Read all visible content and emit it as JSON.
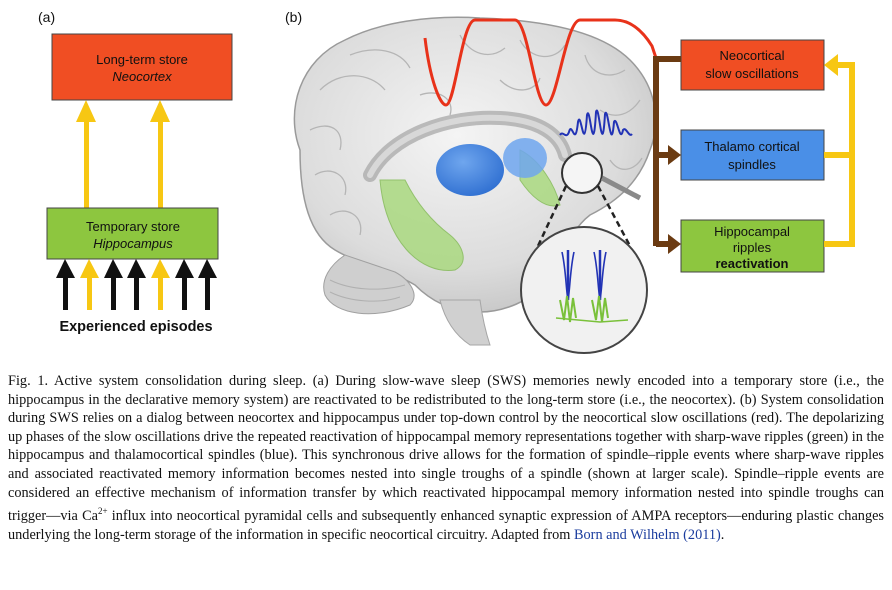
{
  "panel_a": {
    "label": "(a)",
    "long_term": {
      "title": "Long-term store",
      "subtitle": "Neocortex",
      "color": "#f04e23"
    },
    "temporary": {
      "title": "Temporary store",
      "subtitle": "Hippocampus",
      "color": "#8dc63f"
    },
    "episodes_label": "Experienced episodes",
    "arrow_colors": {
      "yellow": "#f7c713",
      "black": "#111111"
    }
  },
  "panel_b": {
    "label": "(b)",
    "boxes": {
      "slow_osc": {
        "line1": "Neocortical",
        "line2": "slow oscillations",
        "color": "#f04e23"
      },
      "spindles": {
        "line1": "Thalamo cortical",
        "line2": "spindles",
        "color": "#4a8fe7"
      },
      "ripples": {
        "line1": "Hippocampal",
        "line2": "ripples",
        "line3": "reactivation",
        "color": "#8dc63f"
      }
    },
    "colors": {
      "brown": "#6b3b12",
      "yellow": "#f7c713",
      "slow_wave": "#e8321a",
      "spindle": "#2233b5",
      "ripple": "#7ac13a"
    }
  },
  "caption": {
    "part1": "Fig. 1. Active system consolidation during sleep. (a) During slow-wave sleep (SWS) memories newly encoded into a temporary store (i.e., the hippocampus in the declarative memory system) are reactivated to be redistributed to the long-term store (i.e., the neocortex). (b) System consolidation during SWS relies on a dialog between neocortex and hippocampus under top-down control by the neocortical slow oscillations (red). The depolarizing up phases of the slow oscillations drive the repeated reactivation of hippocampal memory representations together with sharp-wave ripples (green) in the hippocampus and thalamocortical spindles (blue). This synchronous drive allows for the formation of spindle–ripple events where sharp-wave ripples and associated reactivated memory information becomes nested into single troughs of a spindle (shown at larger scale). Spindle–ripple events are considered an effective mechanism of information transfer by which reactivated hippocampal memory information nested into spindle troughs can trigger—via Ca",
    "superscript": "2+",
    "part2": " influx into neocortical pyramidal cells and subsequently enhanced synaptic expression of AMPA receptors—enduring plastic changes underlying the long-term storage of the information in specific neocortical circuitry.  Adapted from ",
    "reference": "Born and Wilhelm (2011)",
    "end": "."
  }
}
